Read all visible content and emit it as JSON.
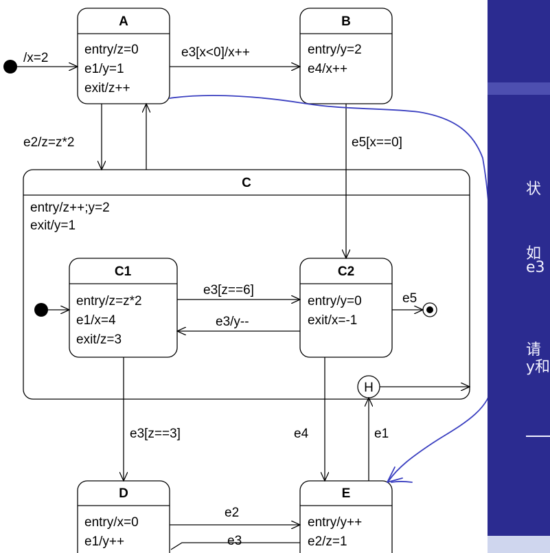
{
  "states": {
    "A": {
      "name": "A",
      "lines": [
        "entry/z=0",
        "e1/y=1",
        "exit/z++"
      ]
    },
    "B": {
      "name": "B",
      "lines": [
        "entry/y=2",
        "e4/x++"
      ]
    },
    "C": {
      "name": "C",
      "lines": [
        "entry/z++;y=2",
        "exit/y=1"
      ]
    },
    "C1": {
      "name": "C1",
      "lines": [
        "entry/z=z*2",
        "e1/x=4",
        "exit/z=3"
      ]
    },
    "C2": {
      "name": "C2",
      "lines": [
        "entry/y=0",
        "exit/x=-1"
      ]
    },
    "D": {
      "name": "D",
      "lines": [
        "entry/x=0",
        "e1/y++"
      ]
    },
    "E": {
      "name": "E",
      "lines": [
        "entry/y++",
        "e2/z=1"
      ]
    },
    "H": {
      "name": "H"
    }
  },
  "transitions": {
    "init_a": "/x=2",
    "a_b": "e3[x<0]/x++",
    "a_c": "e2/z=z*2",
    "b_c2": "e5[x==0]",
    "c1_c2": "e3[z==6]",
    "c2_c1": "e3/y--",
    "c2_final": "e5",
    "c1_d": "e3[z==3]",
    "c2_e": "e4",
    "e_h": "e1",
    "d_e_1": "e2",
    "d_e_2": "e3"
  },
  "side_panel": {
    "line1": "状",
    "line2": "如",
    "line3": "e3",
    "line4": "请",
    "line5": "y和"
  },
  "colors": {
    "background": "#ffffff",
    "line": "#000000",
    "annotation": "#3a3fc0",
    "panel": "#2b2b90",
    "panel_text": "#f2f2ff"
  }
}
